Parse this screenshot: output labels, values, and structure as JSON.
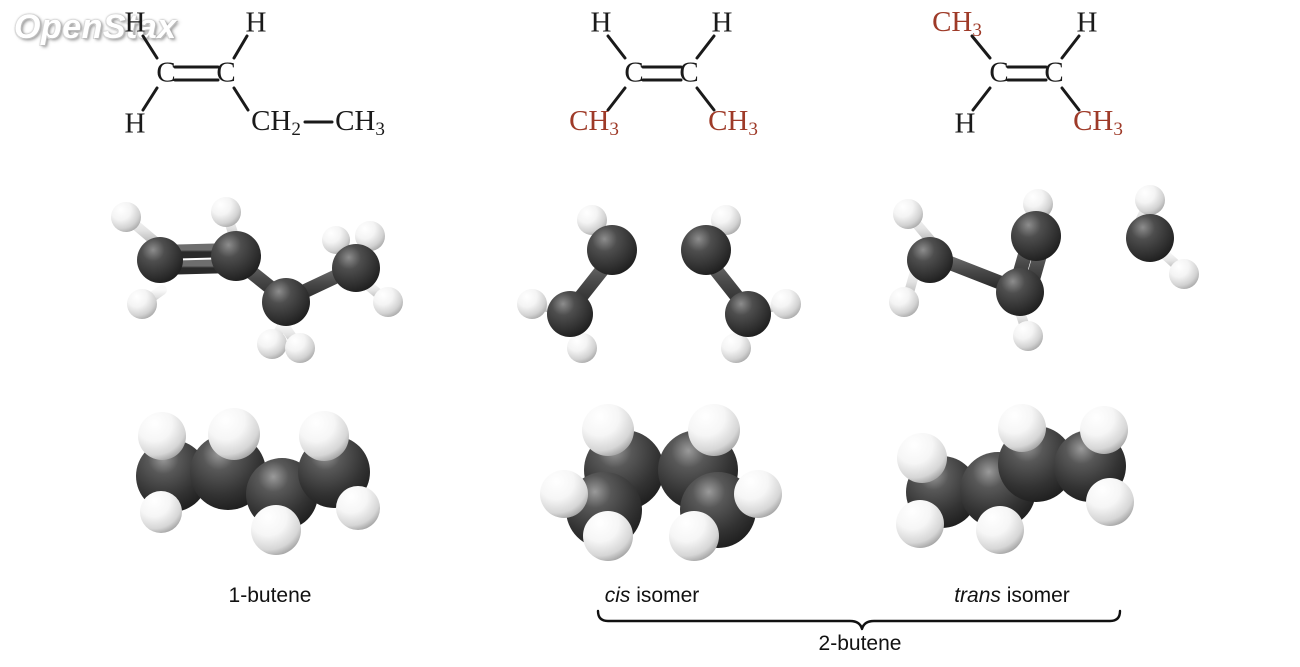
{
  "figure": {
    "watermark": "OpenStax",
    "background_color": "#ffffff",
    "carbon_color": "#3a3a3a",
    "hydrogen_color": "#f2f2f2",
    "bond_color": "#5a5a5a",
    "text_color": "#1a1a1a",
    "substituent_color": "#9e3a28"
  },
  "columns": [
    {
      "id": "1-butene",
      "caption": "1-butene",
      "formula": {
        "name": "1-butene-structural-formula",
        "atoms": [
          {
            "label": "H",
            "color": "black",
            "pos": "upper-left"
          },
          {
            "label": "H",
            "color": "black",
            "pos": "upper-right"
          },
          {
            "label": "C",
            "color": "black",
            "pos": "left-carbon"
          },
          {
            "label": "C",
            "color": "black",
            "pos": "right-carbon"
          },
          {
            "label": "H",
            "color": "black",
            "pos": "lower-left"
          },
          {
            "label": "CH2",
            "color": "black",
            "pos": "lower-right"
          },
          {
            "label": "CH3",
            "color": "black",
            "pos": "far-right"
          }
        ],
        "double_bond": "C=C"
      }
    },
    {
      "id": "cis-2-butene",
      "caption_html": "<em>cis</em> isomer",
      "caption_italic_word": "cis",
      "caption_rest": " isomer",
      "formula": {
        "name": "cis-2-butene-structural-formula",
        "atoms": [
          {
            "label": "H",
            "color": "black",
            "pos": "upper-left"
          },
          {
            "label": "H",
            "color": "black",
            "pos": "upper-right"
          },
          {
            "label": "C",
            "color": "black",
            "pos": "left-carbon"
          },
          {
            "label": "C",
            "color": "black",
            "pos": "right-carbon"
          },
          {
            "label": "CH3",
            "color": "red",
            "pos": "lower-left"
          },
          {
            "label": "CH3",
            "color": "red",
            "pos": "lower-right"
          }
        ],
        "double_bond": "C=C"
      }
    },
    {
      "id": "trans-2-butene",
      "caption_html": "<em>trans</em> isomer",
      "caption_italic_word": "trans",
      "caption_rest": " isomer",
      "formula": {
        "name": "trans-2-butene-structural-formula",
        "atoms": [
          {
            "label": "CH3",
            "color": "red",
            "pos": "upper-left"
          },
          {
            "label": "H",
            "color": "black",
            "pos": "upper-right"
          },
          {
            "label": "C",
            "color": "black",
            "pos": "left-carbon"
          },
          {
            "label": "C",
            "color": "black",
            "pos": "right-carbon"
          },
          {
            "label": "H",
            "color": "black",
            "pos": "lower-left"
          },
          {
            "label": "CH3",
            "color": "red",
            "pos": "lower-right"
          }
        ],
        "double_bond": "C=C"
      }
    }
  ],
  "formula_labels": {
    "c1_left": "C",
    "c1_right": "C",
    "h_upper_left_1": "H",
    "h_upper_right_1": "H",
    "h_lower_left_1": "H",
    "ch2_1": "CH",
    "ch2_1_sub": "2",
    "ch3_1": "CH",
    "ch3_1_sub": "3",
    "c2_left": "C",
    "c2_right": "C",
    "h_upper_left_2": "H",
    "h_upper_right_2": "H",
    "ch3_lower_left_2": "CH",
    "ch3_lower_left_2_sub": "3",
    "ch3_lower_right_2": "CH",
    "ch3_lower_right_2_sub": "3",
    "c3_left": "C",
    "c3_right": "C",
    "ch3_upper_left_3": "CH",
    "ch3_upper_left_3_sub": "3",
    "h_upper_right_3": "H",
    "h_lower_left_3": "H",
    "ch3_lower_right_3": "CH",
    "ch3_lower_right_3_sub": "3"
  },
  "captions": {
    "butene1": "1-butene",
    "cis_italic": "cis",
    "cis_rest": " isomer",
    "trans_italic": "trans",
    "trans_rest": " isomer",
    "grouped": "2-butene"
  },
  "rows": [
    {
      "name": "structural-formula-row"
    },
    {
      "name": "ball-and-stick-row"
    },
    {
      "name": "space-filling-row"
    },
    {
      "name": "caption-row"
    }
  ]
}
